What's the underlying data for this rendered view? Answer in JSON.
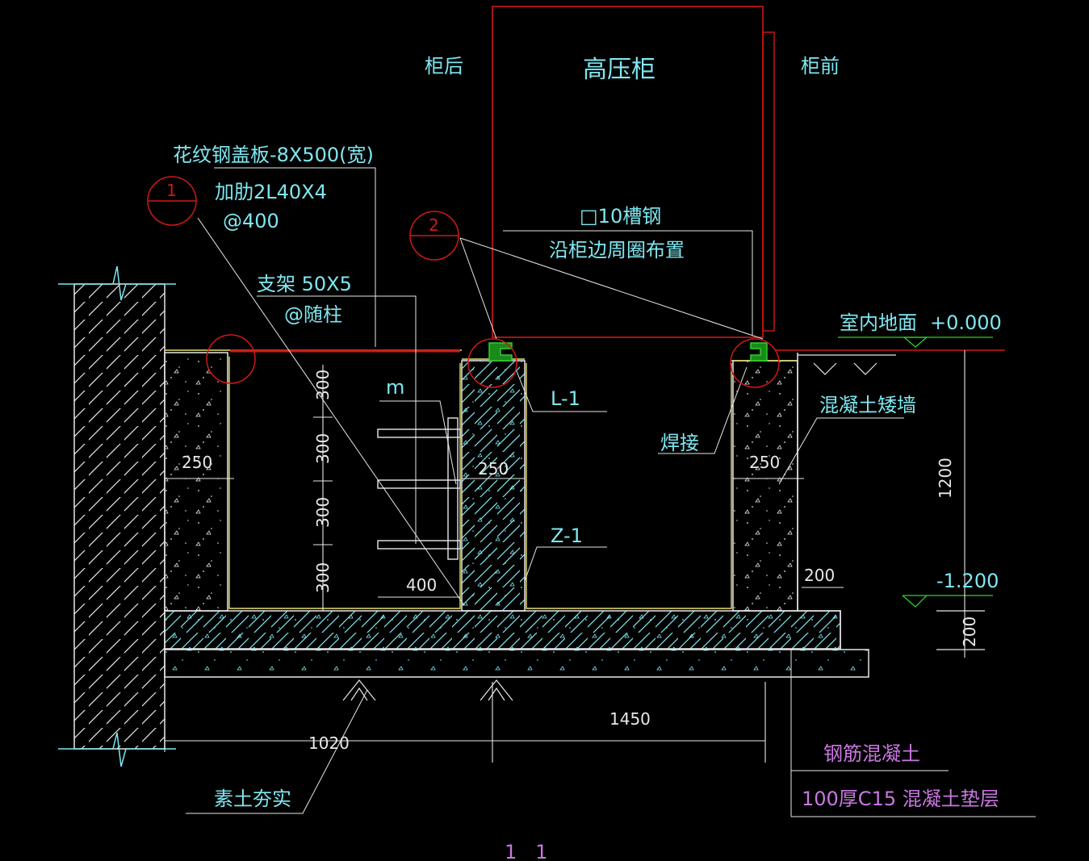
{
  "labels": {
    "cabinet_back": "柜后",
    "hv_cabinet": "高压柜",
    "cabinet_front": "柜前",
    "cover_plate": "花纹钢盖板-8X500(宽)",
    "rib": "加肋2L40X4",
    "rib_spacing": "@400",
    "channel": "□10槽钢",
    "channel_note": "沿柜边周圈布置",
    "bracket": "支架 50X5",
    "bracket_spacing": "@随柱",
    "floor_label": "室内地面",
    "floor_elev": "+0.000",
    "m_label": "m",
    "L1": "L-1",
    "Z1": "Z-1",
    "weld": "焊接",
    "curb_wall": "混凝土矮墙",
    "bottom_elev": "-1.200",
    "rc_label": "钢筋混凝土",
    "cushion": "100厚C15 混凝土垫层",
    "compacted_soil": "素土夯实",
    "section_mark": "1   1",
    "detail_1": "1",
    "detail_2": "2"
  },
  "dimensions": {
    "d300a": "300",
    "d300b": "300",
    "d300c": "300",
    "d300d": "300",
    "d400": "400",
    "d250a": "250",
    "d250b": "250",
    "d250c": "250",
    "d200": "200",
    "d1200": "1200",
    "d200b": "200",
    "d1020": "1020",
    "d1450": "1450"
  },
  "colors": {
    "background": "#000000",
    "cyan": "#7fe7f0",
    "red": "#d01818",
    "green": "#2fd02f",
    "yellow": "#e8e070",
    "magenta": "#c878e0",
    "white": "#e8e8e8"
  }
}
